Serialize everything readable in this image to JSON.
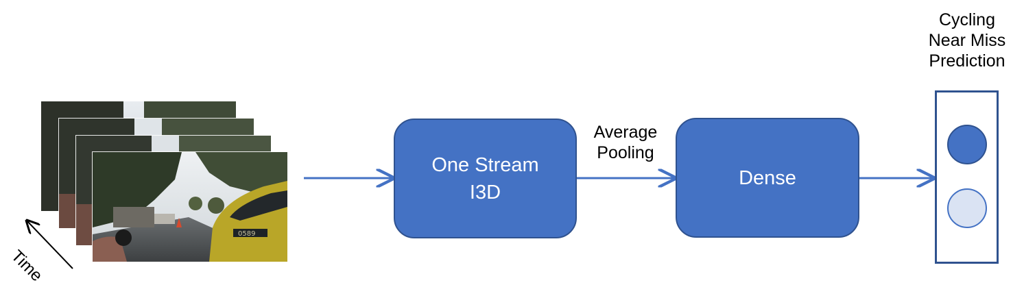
{
  "input": {
    "time_label": "Time"
  },
  "blocks": {
    "i3d_line1": "One Stream",
    "i3d_line2": "I3D",
    "dense": "Dense"
  },
  "pooling_label": {
    "line1": "Average",
    "line2": "Pooling"
  },
  "output_label": {
    "line1": "Cycling",
    "line2": "Near Miss",
    "line3": "Prediction"
  },
  "colors": {
    "block_fill": "#4472c4",
    "block_border": "#2f528f",
    "arrow": "#4472c4",
    "circle_active": "#4472c4",
    "circle_inactive": "#dae3f3"
  }
}
